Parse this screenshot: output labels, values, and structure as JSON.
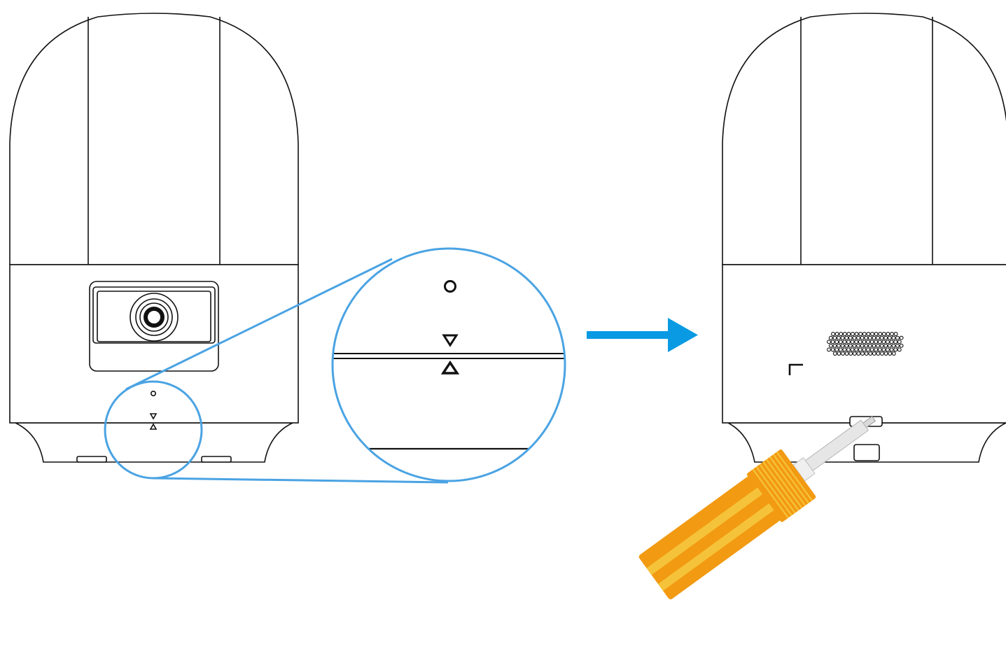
{
  "colors": {
    "outline": "#111111",
    "callout": "#4aa3e3",
    "arrow": "#0a9ae3",
    "handle_dark": "#f29a12",
    "handle_light": "#f5c33a",
    "shaft": "#e3e3e3"
  },
  "icons": {
    "front_camera": "pan-tilt-camera-front",
    "rear_camera": "pan-tilt-camera-rear",
    "lens": "camera-lens-icon",
    "zoom_callout": "magnifier-callout",
    "arrow": "arrow-right-icon",
    "tool": "screwdriver-icon",
    "markers": [
      "circle-marker",
      "down-triangle-marker",
      "up-triangle-marker"
    ]
  }
}
